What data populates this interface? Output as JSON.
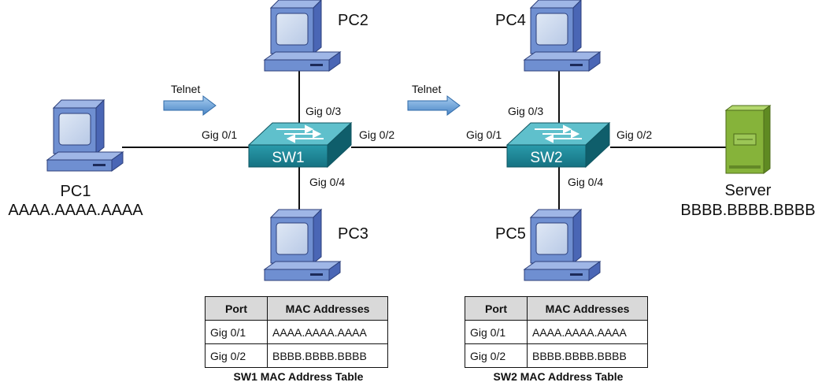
{
  "devices": {
    "pc1": {
      "name": "PC1",
      "mac": "AAAA.AAAA.AAAA"
    },
    "pc2": {
      "name": "PC2"
    },
    "pc3": {
      "name": "PC3"
    },
    "pc4": {
      "name": "PC4"
    },
    "pc5": {
      "name": "PC5"
    },
    "server": {
      "name": "Server",
      "mac": "BBBB.BBBB.BBBB"
    },
    "sw1": {
      "name": "SW1"
    },
    "sw2": {
      "name": "SW2"
    }
  },
  "ports": {
    "sw1_g01": "Gig 0/1",
    "sw1_g02": "Gig 0/2",
    "sw1_g03": "Gig 0/3",
    "sw1_g04": "Gig 0/4",
    "sw2_g01": "Gig 0/1",
    "sw2_g02": "Gig 0/2",
    "sw2_g03": "Gig 0/3",
    "sw2_g04": "Gig 0/4"
  },
  "flows": {
    "telnet1": "Telnet",
    "telnet2": "Telnet"
  },
  "tables": {
    "sw1": {
      "headers": [
        "Port",
        "MAC Addresses"
      ],
      "rows": [
        [
          "Gig 0/1",
          "AAAA.AAAA.AAAA"
        ],
        [
          "Gig 0/2",
          "BBBB.BBBB.BBBB"
        ]
      ],
      "caption": "SW1 MAC Address Table"
    },
    "sw2": {
      "headers": [
        "Port",
        "MAC Addresses"
      ],
      "rows": [
        [
          "Gig 0/1",
          "AAAA.AAAA.AAAA"
        ],
        [
          "Gig 0/2",
          "BBBB.BBBB.BBBB"
        ]
      ],
      "caption": "SW2 MAC Address Table"
    }
  },
  "colors": {
    "link": "#111111",
    "switch": "#1c8a99",
    "pc_body": "#6f8fd1",
    "server": "#86b33a",
    "arrow": "#6fa7de"
  }
}
